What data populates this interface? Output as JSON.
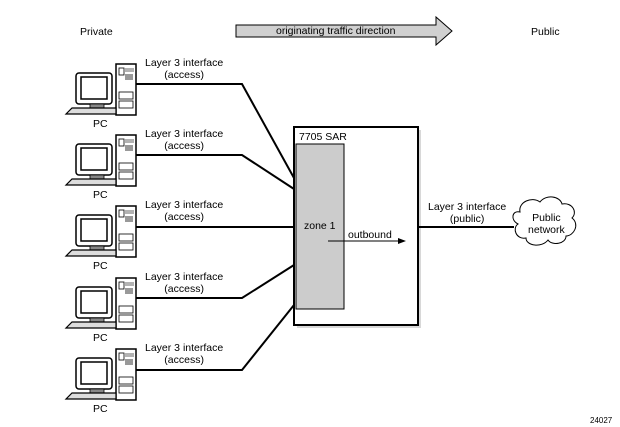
{
  "header": {
    "private_label": "Private",
    "public_label": "Public",
    "direction_arrow_label": "originating traffic direction"
  },
  "pcs": [
    {
      "label": "PC",
      "interface_line1": "Layer 3 interface",
      "interface_line2": "(access)"
    },
    {
      "label": "PC",
      "interface_line1": "Layer 3 interface",
      "interface_line2": "(access)"
    },
    {
      "label": "PC",
      "interface_line1": "Layer 3 interface",
      "interface_line2": "(access)"
    },
    {
      "label": "PC",
      "interface_line1": "Layer 3 interface",
      "interface_line2": "(access)"
    },
    {
      "label": "PC",
      "interface_line1": "Layer 3 interface",
      "interface_line2": "(access)"
    }
  ],
  "router": {
    "title": "7705 SAR",
    "zone_label": "zone 1",
    "flow_label": "outbound"
  },
  "public_interface": {
    "line1": "Layer 3 interface",
    "line2": "(public)"
  },
  "cloud": {
    "line1": "Public",
    "line2": "network"
  },
  "figure_id": "24027",
  "colors": {
    "zone_fill": "#cccccc",
    "arrow_fill": "#d0d0d0",
    "line": "#000000"
  }
}
